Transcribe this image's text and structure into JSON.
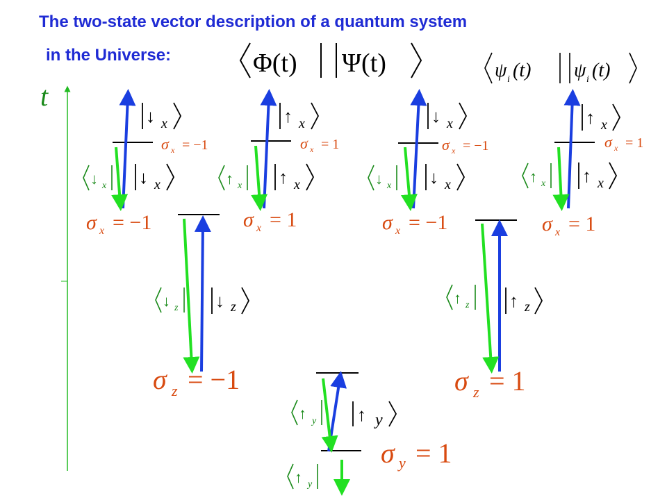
{
  "title_line1": "The two-state vector description of a quantum system",
  "title_line2": "in the Universe:",
  "header": {
    "two_state": {
      "left": "Φ(t)",
      "right": "Ψ(t)"
    },
    "subsystem": {
      "left": "ψ",
      "left_sub": "i",
      "left_arg": "(t)",
      "right": "ψ",
      "right_sub": "i",
      "right_arg": "(t)"
    }
  },
  "time_axis_label": "t",
  "colors": {
    "title": "#1f2bd4",
    "forward_vector": "#1a3ee0",
    "backward_vector": "#22e022",
    "value_text": "#d84a10",
    "axis": "#22bb22"
  },
  "icons": [
    "up-arrow-icon",
    "down-arrow-icon"
  ],
  "states": {
    "down_z": {
      "arrow": "↓",
      "sub": "z"
    },
    "up_z": {
      "arrow": "↑",
      "sub": "z"
    },
    "up_y": {
      "arrow": "↑",
      "sub": "y"
    },
    "down_x": {
      "arrow": "↓",
      "sub": "x"
    },
    "up_x": {
      "arrow": "↑",
      "sub": "x"
    }
  },
  "measurements": {
    "sigma_y": {
      "sub": "y",
      "value": "= 1"
    },
    "sigma_z_down": {
      "sub": "z",
      "value": "= −1"
    },
    "sigma_z_up": {
      "sub": "z",
      "value": "= 1"
    },
    "sigma_x_m1": {
      "sub": "x",
      "value": "= −1"
    },
    "sigma_x_p1": {
      "sub": "x",
      "value": "= 1"
    }
  }
}
